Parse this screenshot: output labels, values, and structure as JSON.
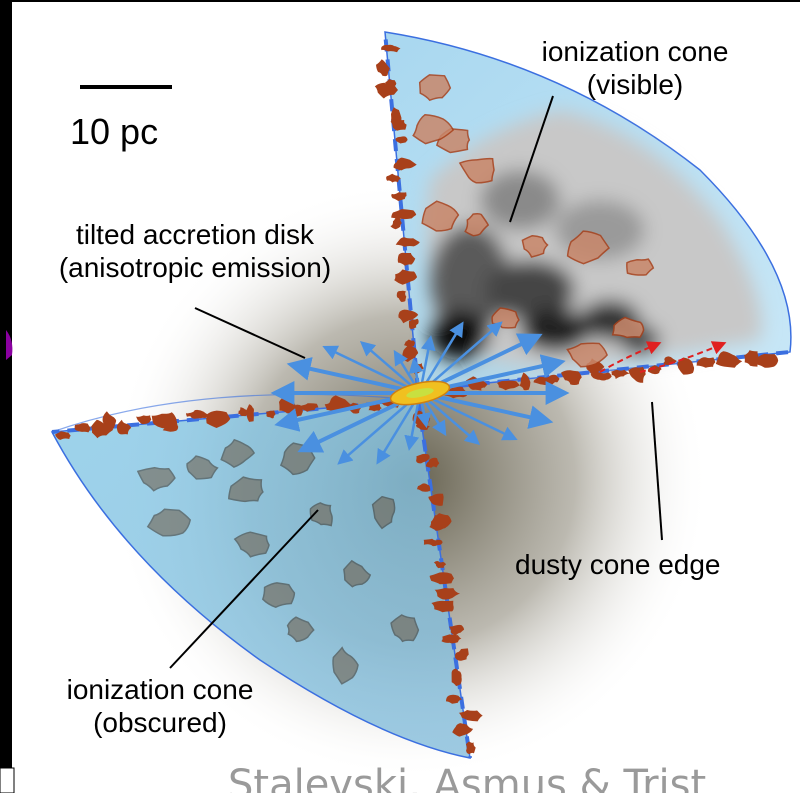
{
  "scale_bar": {
    "label": "10 pc"
  },
  "labels": {
    "visible_cone": [
      "ionization cone",
      "(visible)"
    ],
    "disk": [
      "tilted accretion disk",
      "(anisotropic emission)"
    ],
    "dusty_edge": "dusty cone edge",
    "obscured_cone": [
      "ionization cone",
      "(obscured)"
    ]
  },
  "credit": "Stalevski, Asmus & Trist",
  "colors": {
    "cone_fill": "#9fd3ee",
    "cone_outline": "#3b6fe0",
    "dust_clump": "#a8401a",
    "dust_clump_light": "#c9876a",
    "emission_arrow": "#4a90e0",
    "disk": "#f0c020",
    "obscuring_haze": "#4a4530",
    "flow_arrow": "#e02020",
    "left_edge_accent": "#8a00a0"
  },
  "icons": [
    "scale-bar-icon",
    "accretion-disk-icon",
    "emission-arrow-icon",
    "dust-clump-icon",
    "outflow-arrow-icon"
  ]
}
